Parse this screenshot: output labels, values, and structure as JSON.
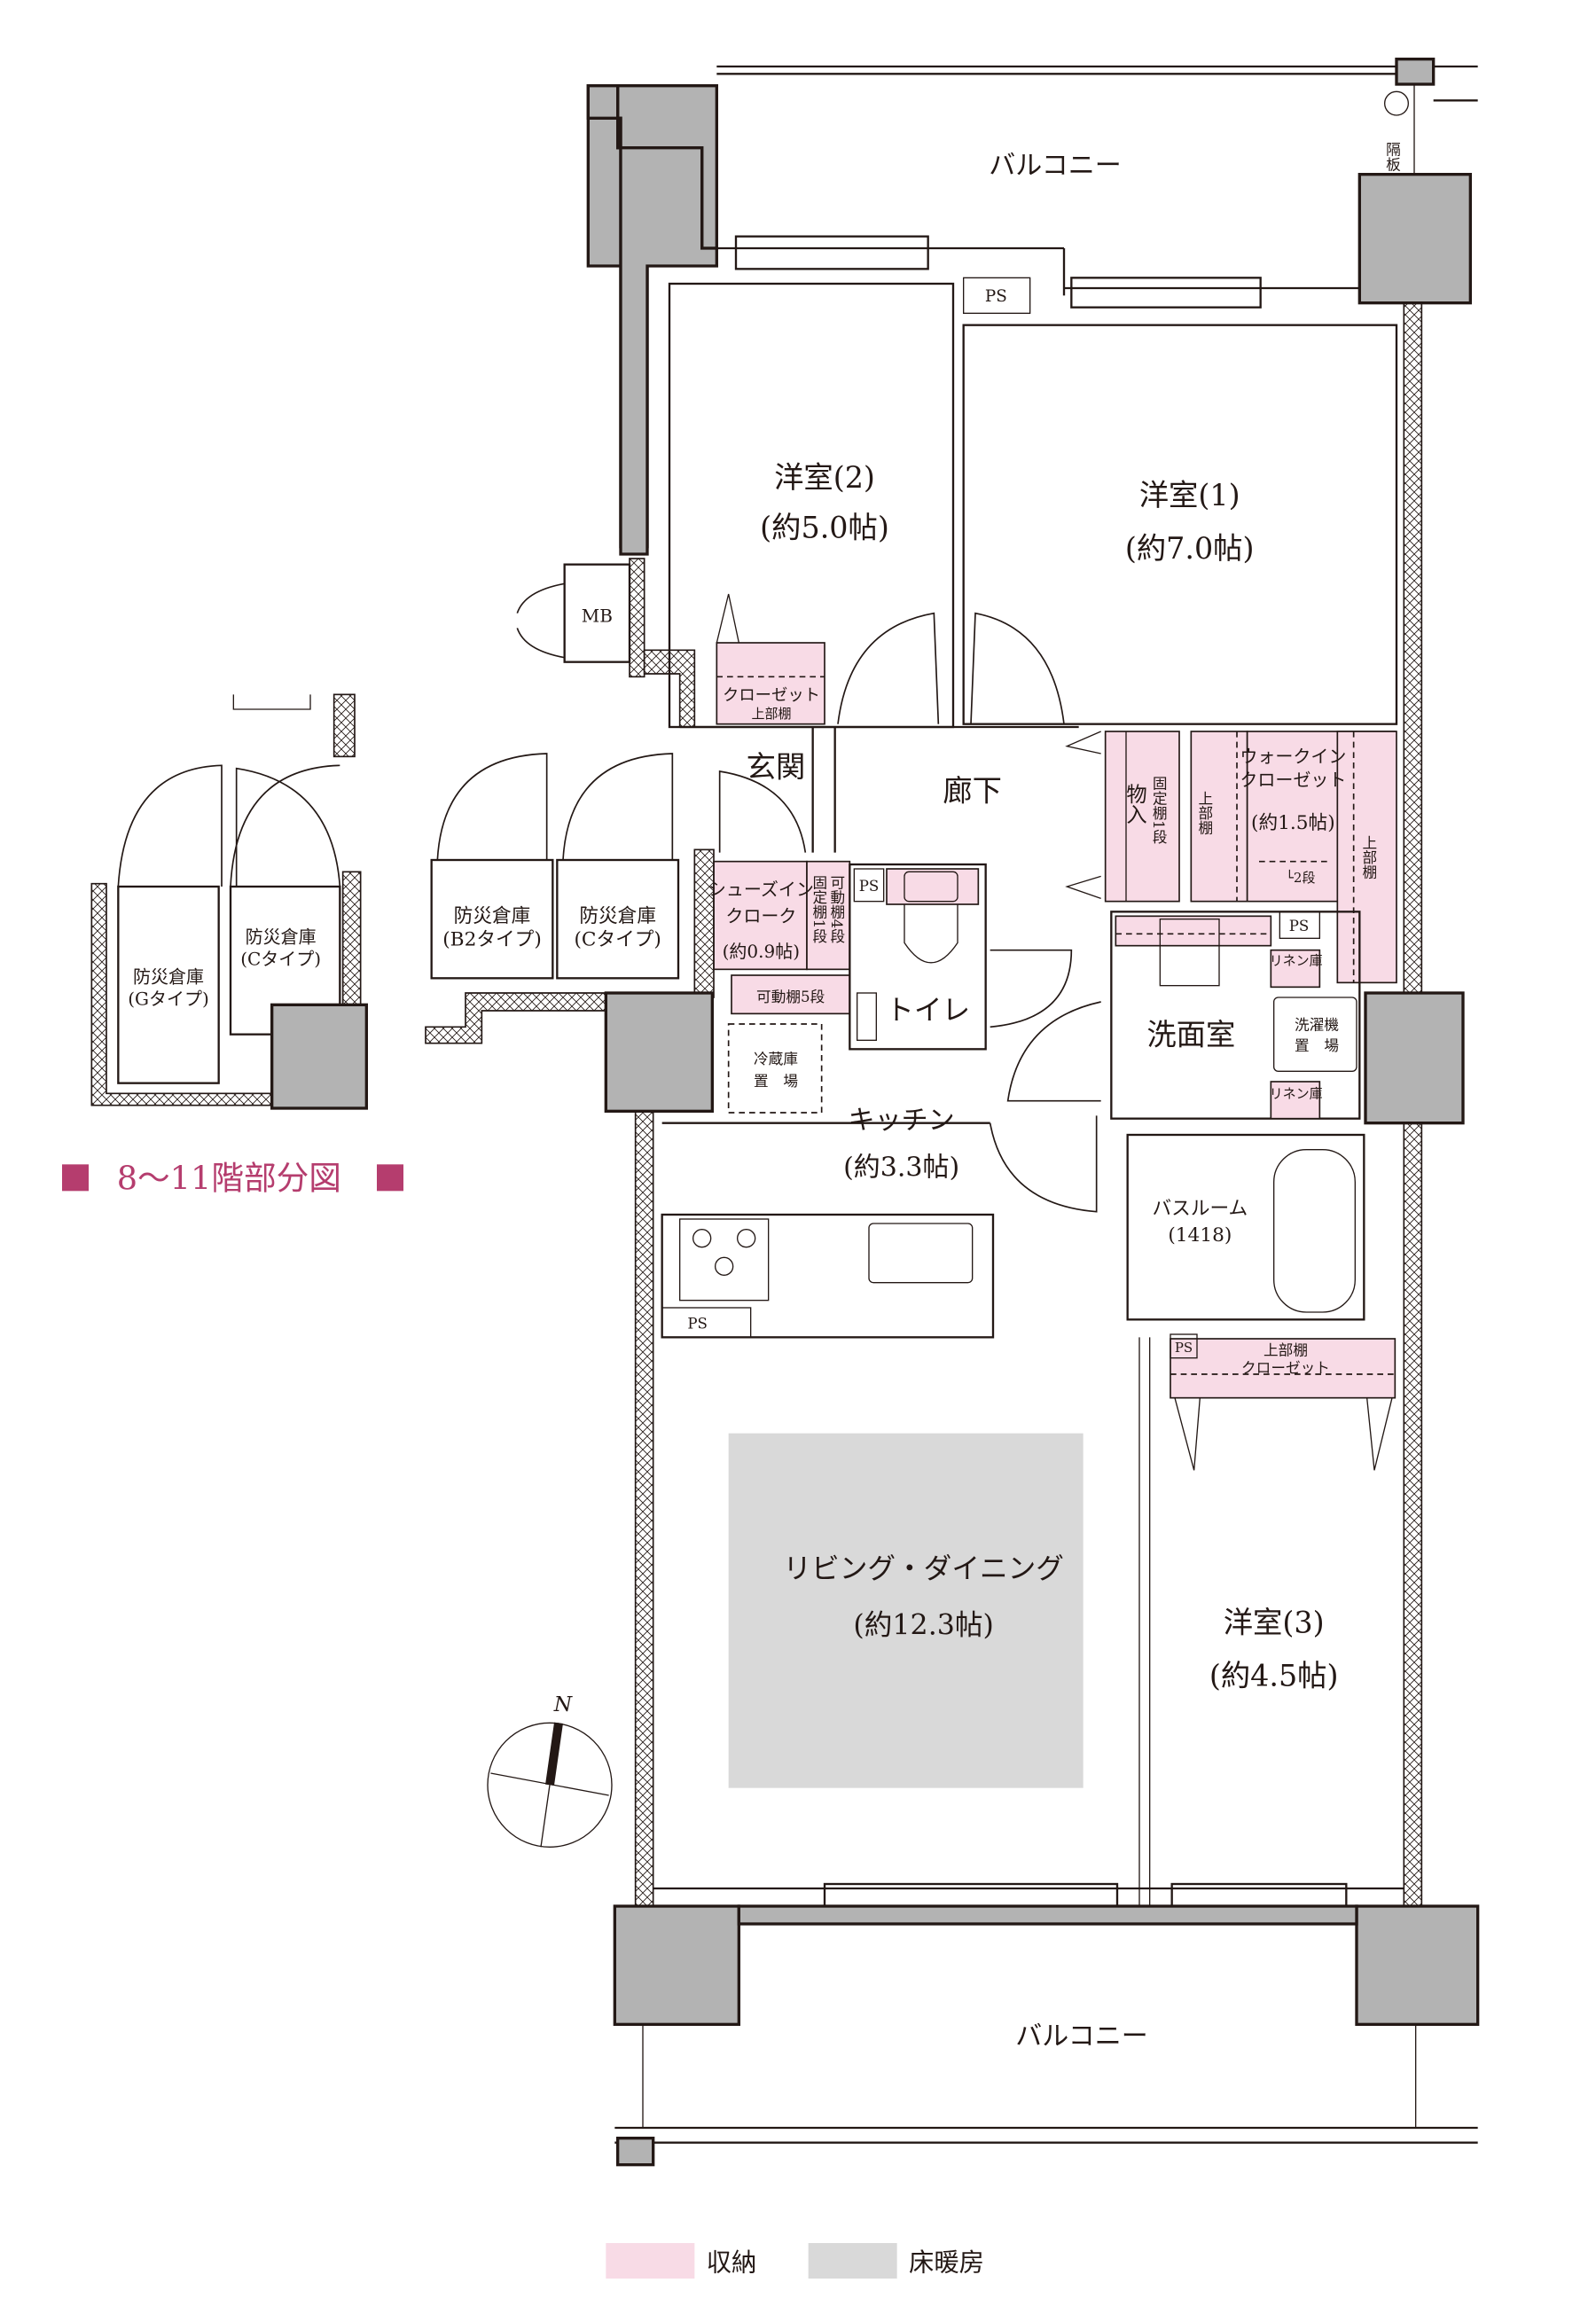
{
  "colors": {
    "storage": "#f8dbe6",
    "floor_heating": "#d9d9d9",
    "wall": "#b3b3b3",
    "accent": "#b53d6e"
  },
  "rooms": {
    "balcony_top": "バルコニー",
    "balcony_bottom": "バルコニー",
    "partition": "隔板",
    "western2": {
      "name": "洋室(2)",
      "size": "(約5.0帖)"
    },
    "western1": {
      "name": "洋室(1)",
      "size": "(約7.0帖)"
    },
    "western3": {
      "name": "洋室(3)",
      "size": "(約4.5帖)"
    },
    "mb": "MB",
    "ps": "PS",
    "closet2": {
      "name": "クローゼット",
      "note": "上部棚"
    },
    "entrance": "玄関",
    "corridor": "廊下",
    "shoes_closet": {
      "line1": "シューズイン",
      "line2": "クローク",
      "size": "(約0.9帖)"
    },
    "fixed_shelf": "固定棚1段",
    "movable_shelf4": "可動棚4段",
    "movable_shelf5": "可動棚5段",
    "toilet": "トイレ",
    "storage_room": {
      "name": "物入",
      "note": "固定棚1段"
    },
    "upper_shelf": "上部棚",
    "walkin": {
      "line1": "ウォークイン",
      "line2": "クローゼット",
      "size": "(約1.5帖)",
      "shelf": "└2段"
    },
    "linen": "リネン庫",
    "washroom": "洗面室",
    "washer": {
      "line1": "洗濯機",
      "line2": "置　場"
    },
    "fridge": {
      "line1": "冷蔵庫",
      "line2": "置　場"
    },
    "kitchen": {
      "name": "キッチン",
      "size": "(約3.3帖)"
    },
    "bath": {
      "name": "バスルーム",
      "size": "(1418)"
    },
    "closet3": {
      "note": "上部棚",
      "name": "クローゼット"
    },
    "living": {
      "name": "リビング・ダイニング",
      "size": "(約12.3帖)"
    },
    "storage_b2": {
      "name": "防災倉庫",
      "type": "(B2タイプ)"
    },
    "storage_c": {
      "name": "防災倉庫",
      "type": "(Cタイプ)"
    },
    "storage_g": {
      "name": "防災倉庫",
      "type": "(Gタイプ)"
    }
  },
  "compass": "N",
  "partial_title": "8〜11階部分図",
  "legend": {
    "storage": "収納",
    "floor_heating": "床暖房"
  }
}
